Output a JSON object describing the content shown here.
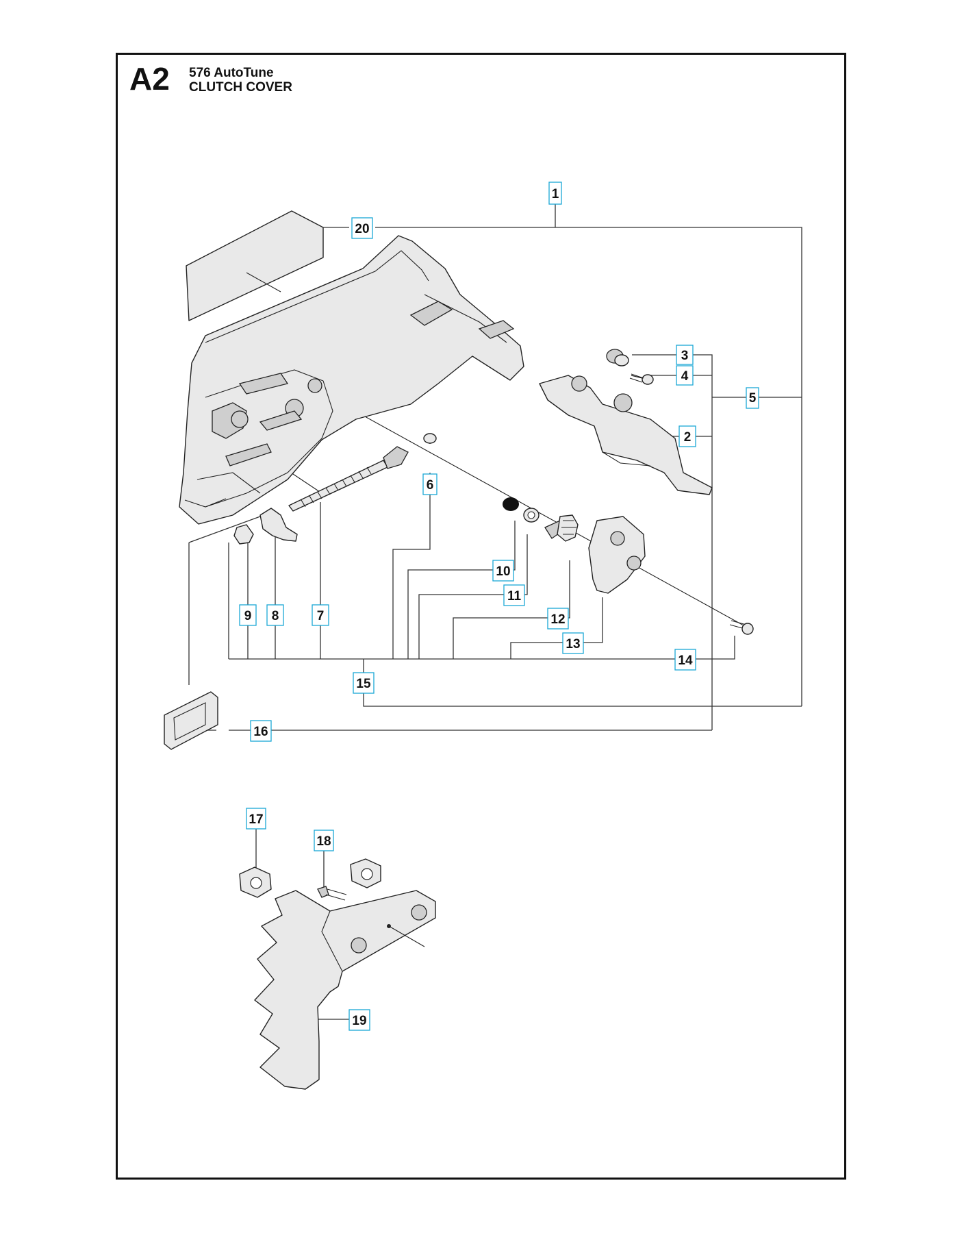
{
  "header": {
    "section": "A2",
    "model": "576 AutoTune",
    "title": "CLUTCH COVER"
  },
  "callouts": [
    "1",
    "2",
    "3",
    "4",
    "5",
    "6",
    "7",
    "8",
    "9",
    "10",
    "11",
    "12",
    "13",
    "14",
    "15",
    "16",
    "17",
    "18",
    "19",
    "20"
  ]
}
